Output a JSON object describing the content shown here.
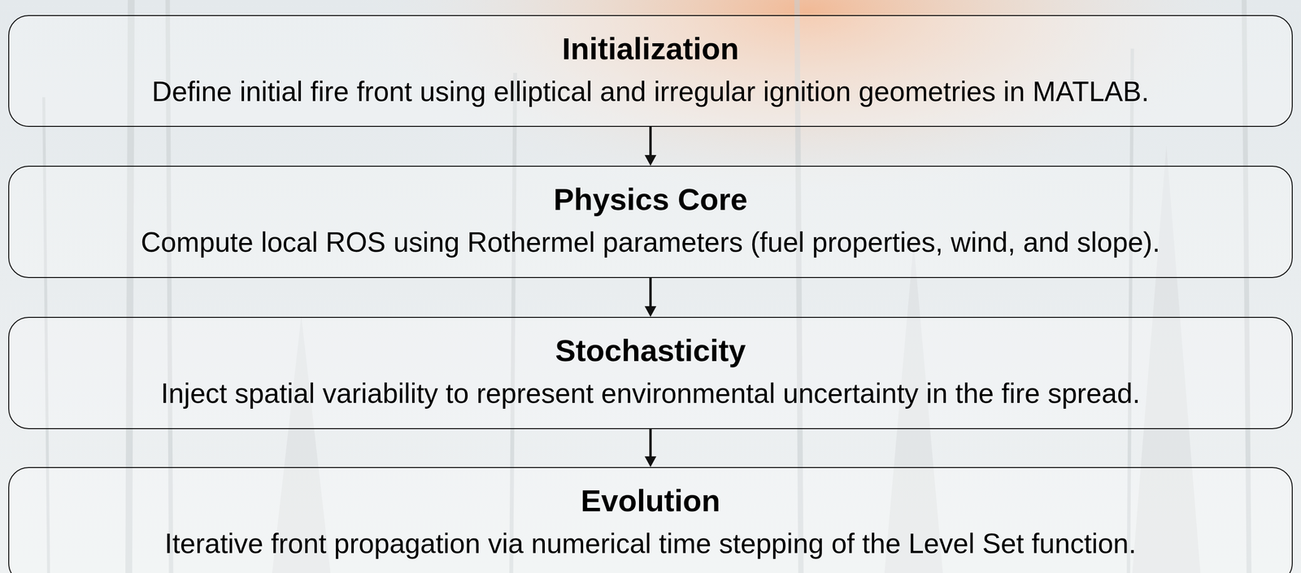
{
  "diagram": {
    "nodes": [
      {
        "text": [
          "Initialization",
          "Define initial fire front using elliptical and irregular ignition geometries in MATLAB."
        ]
      },
      {
        "text": [
          "Physics Core",
          "Compute local ROS using Rothermel parameters (fuel properties, wind, and slope)."
        ]
      },
      {
        "text": [
          "Stochasticity",
          "Inject spatial variability to represent environmental uncertainty in the fire spread."
        ]
      },
      {
        "text": [
          "Evolution",
          "Iterative front propagation via numerical time stepping of the Level Set function."
        ]
      }
    ],
    "edges": [
      {
        "from": 0,
        "to": 1,
        "arrow": "to"
      },
      {
        "from": 1,
        "to": 2,
        "arrow": "to"
      },
      {
        "from": 2,
        "to": 3,
        "arrow": "to"
      }
    ]
  }
}
